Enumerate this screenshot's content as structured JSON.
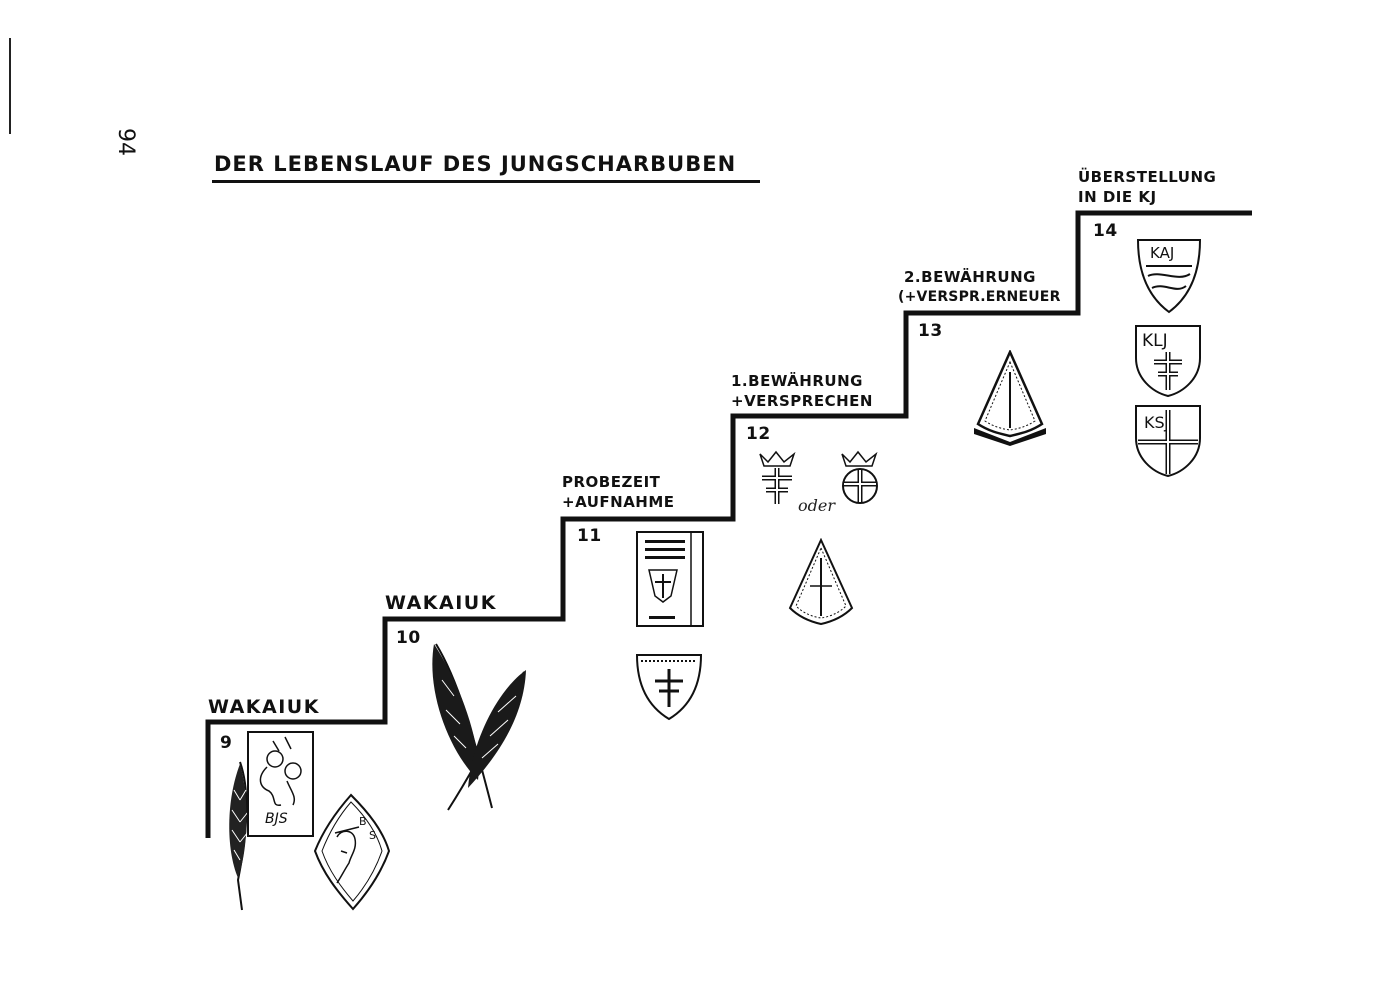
{
  "page": {
    "number": "94"
  },
  "title": "DER LEBENSLAUF DES JUNGSCHARBUBEN",
  "steps": [
    {
      "age": "9",
      "label_lines": [
        "WAKAIUK"
      ]
    },
    {
      "age": "10",
      "label_lines": [
        "WAKAIUK"
      ]
    },
    {
      "age": "11",
      "label_lines": [
        "PROBEZEIT",
        "+AUFNAHME"
      ]
    },
    {
      "age": "12",
      "label_lines": [
        "1.BEWÄHRUNG",
        "+VERSPRECHEN"
      ]
    },
    {
      "age": "13",
      "label_lines": [
        "2.BEWÄHRUNG",
        "(+VERSPR.ERNEUER"
      ]
    },
    {
      "age": "14",
      "label_lines": [
        "ÜBERSTELLUNG",
        "IN DIE KJ"
      ]
    }
  ],
  "conjunction": "oder",
  "badge_texts": {
    "bjs": "BJS",
    "kaj": "KAJ",
    "klj": "KLJ",
    "ksj": "KSJ"
  },
  "icons": [
    "feather-icon",
    "card-icon",
    "diamond-badge-icon",
    "booklet-icon",
    "shield-icon",
    "cross-crown-icon",
    "triangle-pennant-icon"
  ]
}
